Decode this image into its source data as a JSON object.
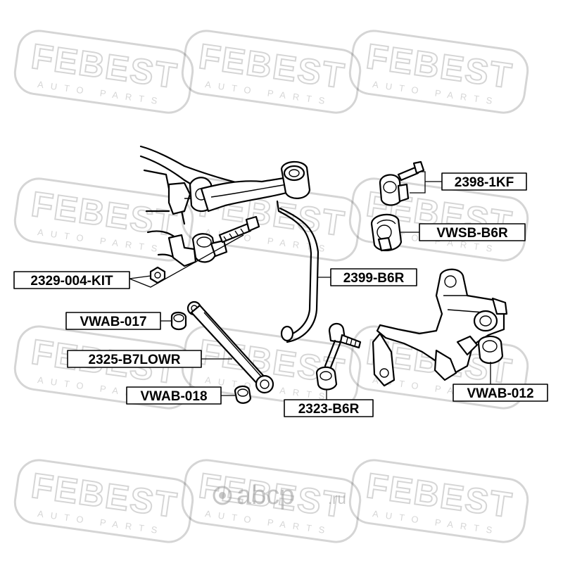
{
  "watermark": {
    "brand": "FEBEST",
    "tagline": "AUTO PARTS"
  },
  "site_mark": {
    "name": "abcp",
    "domain": ".ru"
  },
  "parts": [
    {
      "code": "2398-1KF"
    },
    {
      "code": "VWSB-B6R"
    },
    {
      "code": "2329-004-KIT"
    },
    {
      "code": "2399-B6R"
    },
    {
      "code": "VWAB-017"
    },
    {
      "code": "2325-B7LOWR"
    },
    {
      "code": "VWAB-012"
    },
    {
      "code": "VWAB-018"
    },
    {
      "code": "2323-B6R"
    }
  ]
}
